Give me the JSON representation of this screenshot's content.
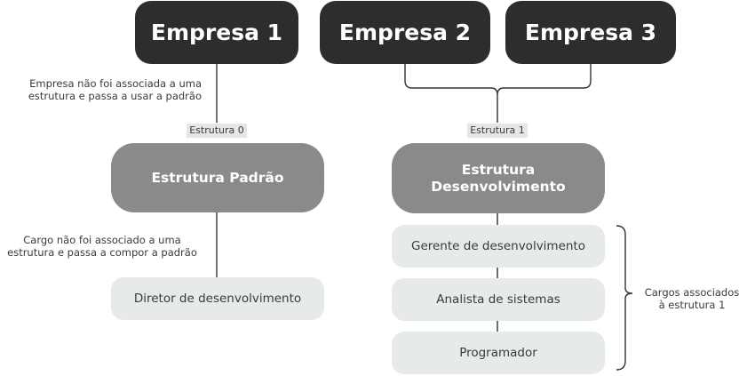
{
  "companies": {
    "c1": "Empresa 1",
    "c2": "Empresa 2",
    "c3": "Empresa 3"
  },
  "notes": {
    "company_note": [
      "Empresa não foi associada a uma",
      "estrutura e passa a usar a padrão"
    ],
    "role_note": [
      "Cargo não foi associado a uma",
      "estrutura e passa a compor a padrão"
    ],
    "roles_note": [
      "Cargos associados",
      "à estrutura 1"
    ]
  },
  "tags": {
    "tag0": "Estrutura 0",
    "tag1": "Estrutura 1"
  },
  "structures": {
    "default": "Estrutura Padrão",
    "dev": [
      "Estrutura",
      "Desenvolvimento"
    ]
  },
  "roles": {
    "director": "Diretor de desenvolvimento",
    "dev_roles": [
      "Gerente de desenvolvimento",
      "Analista de sistemas",
      "Programador"
    ]
  },
  "colors": {
    "company_bg": "#2d2d2d",
    "structure_bg": "#8a8a8a",
    "role_bg": "#e7ebe8",
    "tag_bg": "#e6e6e6",
    "line": "#333333"
  }
}
